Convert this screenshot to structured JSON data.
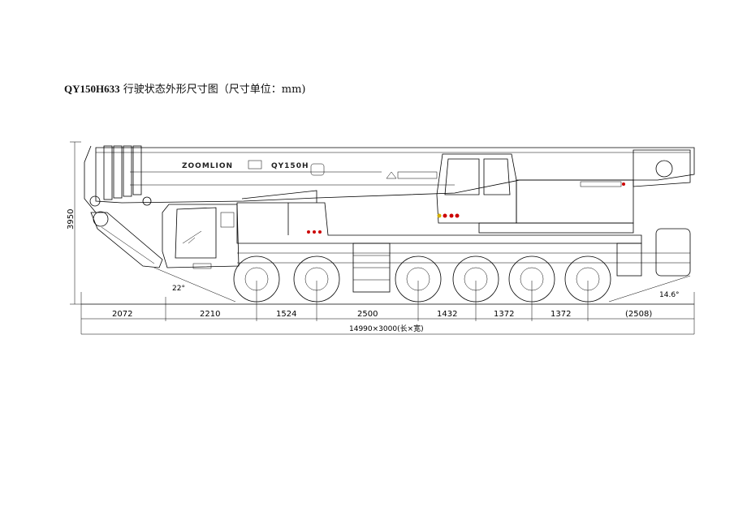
{
  "title": {
    "model": "QY150H633",
    "text": " 行驶状态外形尺寸图（尺寸单位：mm)"
  },
  "drawing": {
    "logo_text": "ZOOMLION",
    "model_label": "QY150H",
    "height_dim": "3950",
    "approach_angle": "22°",
    "departure_angle": "14.6°",
    "dims": [
      "2072",
      "2210",
      "1524",
      "2500",
      "1432",
      "1372",
      "1372",
      "(2508)"
    ],
    "overall": "14990×3000(长×宽)"
  }
}
